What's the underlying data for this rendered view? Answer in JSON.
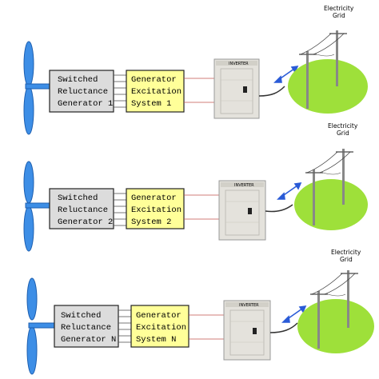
{
  "rows": [
    {
      "srg_lines": [
        "Switched",
        "Reluctance",
        "Generator 1"
      ],
      "excitation_lines": [
        "Generator",
        "Excitation",
        "System 1"
      ],
      "inverter_label": "INVERTER",
      "grid_lines": [
        "Electricity",
        "Grid"
      ]
    },
    {
      "srg_lines": [
        "Switched",
        "Reluctance",
        "Generator 2"
      ],
      "excitation_lines": [
        "Generator",
        "Excitation",
        "System 2"
      ],
      "inverter_label": "INVERTER",
      "grid_lines": [
        "Electricity",
        "Grid"
      ]
    },
    {
      "srg_lines": [
        "Switched",
        "Reluctance",
        "Generator N"
      ],
      "excitation_lines": [
        "Generator",
        "Excitation",
        "System N"
      ],
      "inverter_label": "INVERTER",
      "grid_lines": [
        "Electricity",
        "Grid"
      ]
    }
  ],
  "colors": {
    "blade": "#3d8ee6",
    "srg_box": "#dcdcdc",
    "excitation_box": "#ffff99",
    "grass": "#9ee03a",
    "pole": "#888888",
    "wire_red": "#c0504d",
    "arrow": "#2a5bd7"
  }
}
